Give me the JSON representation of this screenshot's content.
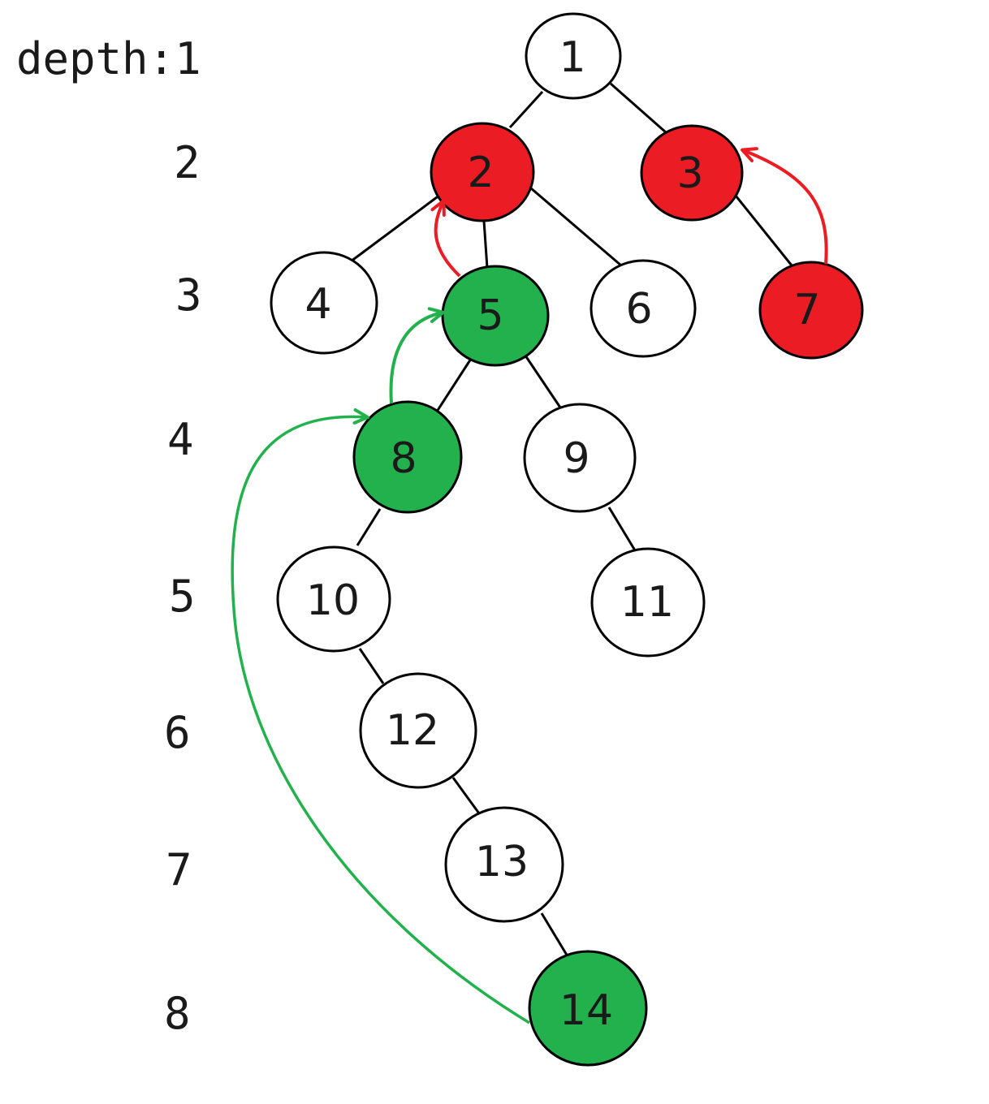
{
  "colors": {
    "red": "#ec1c24",
    "green": "#22b14c",
    "white": "#ffffff",
    "stroke": "#000000",
    "text": "#1a1a1a"
  },
  "depth_labels": {
    "first": "depth:1",
    "others": [
      "2",
      "3",
      "4",
      "5",
      "6",
      "7",
      "8"
    ]
  },
  "nodes": [
    {
      "id": "1",
      "label": "1",
      "fill": "white"
    },
    {
      "id": "2",
      "label": "2",
      "fill": "red"
    },
    {
      "id": "3",
      "label": "3",
      "fill": "red"
    },
    {
      "id": "4",
      "label": "4",
      "fill": "white"
    },
    {
      "id": "5",
      "label": "5",
      "fill": "green"
    },
    {
      "id": "6",
      "label": "6",
      "fill": "white"
    },
    {
      "id": "7",
      "label": "7",
      "fill": "red"
    },
    {
      "id": "8",
      "label": "8",
      "fill": "green"
    },
    {
      "id": "9",
      "label": "9",
      "fill": "white"
    },
    {
      "id": "10",
      "label": "10",
      "fill": "white"
    },
    {
      "id": "11",
      "label": "11",
      "fill": "white"
    },
    {
      "id": "12",
      "label": "12",
      "fill": "white"
    },
    {
      "id": "13",
      "label": "13",
      "fill": "white"
    },
    {
      "id": "14",
      "label": "14",
      "fill": "green"
    }
  ],
  "edges": [
    [
      "1",
      "2"
    ],
    [
      "1",
      "3"
    ],
    [
      "2",
      "4"
    ],
    [
      "2",
      "5"
    ],
    [
      "2",
      "6"
    ],
    [
      "3",
      "7"
    ],
    [
      "5",
      "8"
    ],
    [
      "5",
      "9"
    ],
    [
      "8",
      "10"
    ],
    [
      "9",
      "11"
    ],
    [
      "10",
      "12"
    ],
    [
      "12",
      "13"
    ],
    [
      "13",
      "14"
    ]
  ],
  "jump_arrows": [
    {
      "from": "7",
      "to": "3",
      "color": "red"
    },
    {
      "from": "5",
      "to": "2",
      "color": "red"
    },
    {
      "from": "8",
      "to": "5",
      "color": "green"
    },
    {
      "from": "14",
      "to": "8",
      "color": "green"
    }
  ]
}
